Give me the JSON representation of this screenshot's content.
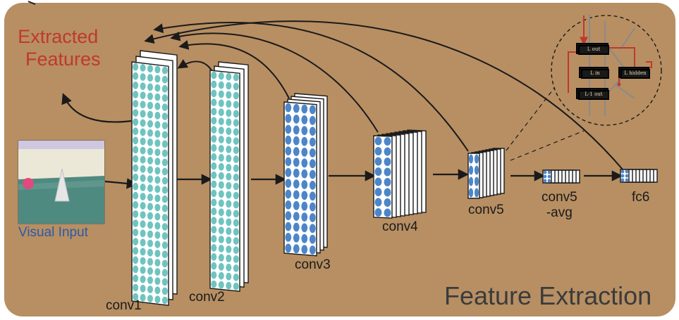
{
  "title": "Feature Extraction",
  "extracted_features": {
    "line1": "Extracted",
    "line2": "Features"
  },
  "visual_input_label": "Visual Input",
  "layers": {
    "conv1": "conv1",
    "conv2": "conv2",
    "conv3": "conv3",
    "conv4": "conv4",
    "conv5": "conv5",
    "conv5_avg_line1": "conv5",
    "conv5_avg_line2": "-avg",
    "fc6": "fc6"
  },
  "inset": {
    "l_out": "L out",
    "l_in": "L in",
    "l_hidden": "L hidden",
    "l1_out": "L-1 out"
  },
  "colors": {
    "background": "#b78f63",
    "arrow": "#1a1a1a",
    "dot_teal": "#6fc4bf",
    "dot_blue": "#4d86c8",
    "inset_red": "#c0392b",
    "inset_gray": "#8a8a8a"
  }
}
